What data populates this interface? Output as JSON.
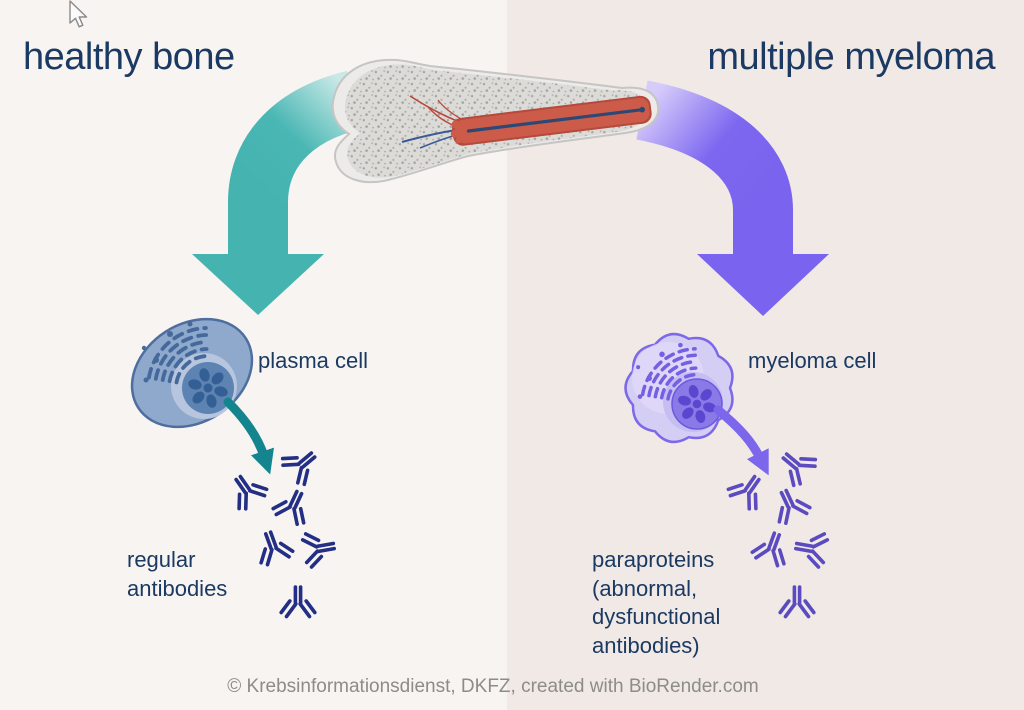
{
  "titles": {
    "left": "healthy bone",
    "right": "multiple myeloma"
  },
  "cells": {
    "plasma_label": "plasma cell",
    "myeloma_label": "myeloma cell"
  },
  "antibody_labels": {
    "left": "regular\nantibodies",
    "right": "paraproteins\n(abnormal,\ndysfunctional\nantibodies)"
  },
  "caption": "© Krebsinformationsdienst, DKFZ, created with BioRender.com",
  "colors": {
    "background_left": "#f8f4f1",
    "background_right": "#f0e9e5",
    "title_text": "#1b3a63",
    "healthy_accent_teal": "#45b3b0",
    "myeloma_accent_purple": "#7a63ee",
    "antibody_navy": "#232e85",
    "antibody_purple": "#5b4ac0",
    "bone_cortex": "#ecebe9",
    "bone_marrow_red": "#cd5b49",
    "caption_gray": "#8d8c89"
  },
  "icons": {
    "bone": "femur-bone-cross-section",
    "plasma_cell": "plasma-cell",
    "myeloma_cell": "myeloma-cell",
    "antibody": "antibody-y-shape",
    "cursor": "mouse-pointer"
  }
}
